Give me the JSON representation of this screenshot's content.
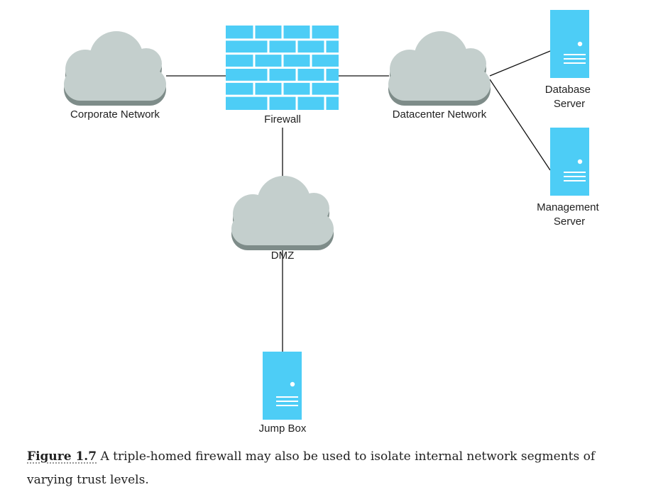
{
  "colors": {
    "cloud": "#c4cfcd",
    "cloud_shadow": "#7e8c89",
    "device": "#4dcdf6",
    "device_detail": "#ffffff",
    "line": "#111111"
  },
  "nodes": {
    "corporate_network": {
      "label": "Corporate Network",
      "icon": "cloud-icon"
    },
    "firewall": {
      "label": "Firewall",
      "icon": "brick-wall-icon"
    },
    "datacenter_network": {
      "label": "Datacenter Network",
      "icon": "cloud-icon"
    },
    "database_server": {
      "label_lines": [
        "Database",
        "Server"
      ],
      "icon": "server-icon"
    },
    "management_server": {
      "label_lines": [
        "Management",
        "Server"
      ],
      "icon": "server-icon"
    },
    "dmz": {
      "label": "DMZ",
      "icon": "cloud-icon"
    },
    "jump_box": {
      "label": "Jump Box",
      "icon": "server-icon"
    }
  },
  "edges": [
    [
      "corporate_network",
      "firewall"
    ],
    [
      "firewall",
      "datacenter_network"
    ],
    [
      "datacenter_network",
      "database_server"
    ],
    [
      "datacenter_network",
      "management_server"
    ],
    [
      "firewall",
      "dmz"
    ],
    [
      "dmz",
      "jump_box"
    ]
  ],
  "caption": {
    "figure_number": "Figure 1.7",
    "text": " A triple-homed firewall may also be used to isolate internal network segments of varying trust levels."
  }
}
